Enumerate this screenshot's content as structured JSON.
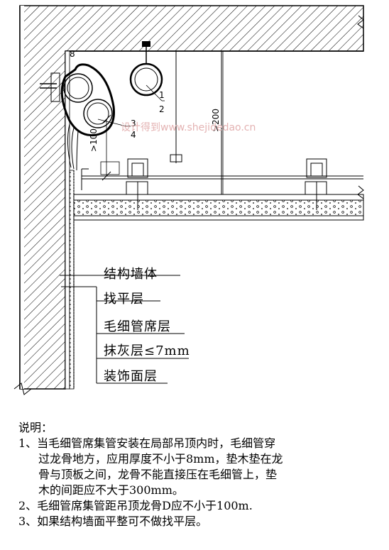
{
  "diagram": {
    "callouts": {
      "c8": "8",
      "c1": "1",
      "c2": "2",
      "c3": "3",
      "c4": "4",
      "dim100": ">100",
      "dim200": ">200"
    },
    "watermark": "设计得到www.shejidedao.cn",
    "layers": [
      "结构墙体",
      "找平层",
      "毛细管席层",
      "抹灰层≤7mm",
      "装饰面层"
    ]
  },
  "notes": {
    "heading": "说明：",
    "item1_line1": "1、当毛细管席集管安装在局部吊顶内时，毛细管穿",
    "item1_line2": "过龙骨地方，应用厚度不小于8mm，垫木垫在龙",
    "item1_line3": "骨与顶板之间，龙骨不能直接压在毛细管上，垫",
    "item1_line4": "木的间距应不大于300mm。",
    "item2": "2、毛细管席集管距吊顶龙骨D应不小于100m.",
    "item3": "3、如果结构墙面平整可不做找平层。"
  }
}
